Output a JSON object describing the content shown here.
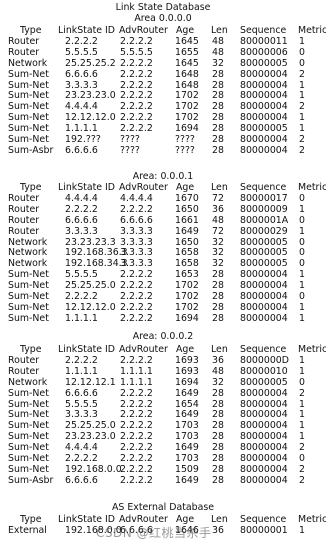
{
  "title": "Link State Database",
  "headers": [
    "Type",
    "LinkState ID",
    "AdvRouter",
    "Age",
    "Len",
    "Sequence",
    "Metric"
  ],
  "areas": [
    {
      "label": "Area 0.0.0.0",
      "rows": [
        [
          "Router",
          "2.2.2.2",
          "2.2.2.2",
          "1645",
          "48",
          "80000011",
          "1"
        ],
        [
          "Router",
          "5.5.5.5",
          "5.5.5.5",
          "1655",
          "48",
          "80000006",
          "0"
        ],
        [
          "Network",
          "25.25.25.2",
          "2.2.2.2",
          "1645",
          "32",
          "80000005",
          "0"
        ],
        [
          "Sum-Net",
          "6.6.6.6",
          "2.2.2.2",
          "1648",
          "28",
          "80000004",
          "2"
        ],
        [
          "Sum-Net",
          "3.3.3.3",
          "2.2.2.2",
          "1648",
          "28",
          "80000004",
          "1"
        ],
        [
          "Sum-Net",
          "23.23.23.0",
          "2.2.2.2",
          "1702",
          "28",
          "80000004",
          "1"
        ],
        [
          "Sum-Net",
          "4.4.4.4",
          "2.2.2.2",
          "1702",
          "28",
          "80000004",
          "2"
        ],
        [
          "Sum-Net",
          "12.12.12.0",
          "2.2.2.2",
          "1702",
          "28",
          "80000004",
          "1"
        ],
        [
          "Sum-Net",
          "1.1.1.1",
          "2.2.2.2",
          "1694",
          "28",
          "80000005",
          "1"
        ],
        [
          "Sum-Net",
          "192.???",
          "????",
          "????",
          "28",
          "80000004",
          "2"
        ],
        [
          "Sum-Asbr",
          "6.6.6.6",
          "????",
          "????",
          "28",
          "80000004",
          "2"
        ]
      ]
    },
    {
      "label": "Area: 0.0.0.1",
      "rows": [
        [
          "Router",
          "4.4.4.4",
          "4.4.4.4",
          "1670",
          "72",
          "80000017",
          "0"
        ],
        [
          "Router",
          "2.2.2.2",
          "2.2.2.2",
          "1650",
          "36",
          "80000009",
          "1"
        ],
        [
          "Router",
          "6.6.6.6",
          "6.6.6.6",
          "1661",
          "48",
          "8000001A",
          "0"
        ],
        [
          "Router",
          "3.3.3.3",
          "3.3.3.3",
          "1649",
          "72",
          "80000029",
          "1"
        ],
        [
          "Network",
          "23.23.23.3",
          "3.3.3.3",
          "1650",
          "32",
          "80000005",
          "0"
        ],
        [
          "Network",
          "192.168.36.3",
          "3.3.3.3",
          "1658",
          "32",
          "80000005",
          "0"
        ],
        [
          "Network",
          "192.168.34.3",
          "3.3.3.3",
          "1658",
          "32",
          "80000005",
          "0"
        ],
        [
          "Sum-Net",
          "5.5.5.5",
          "2.2.2.2",
          "1653",
          "28",
          "80000004",
          "1"
        ],
        [
          "Sum-Net",
          "25.25.25.0",
          "2.2.2.2",
          "1702",
          "28",
          "80000004",
          "1"
        ],
        [
          "Sum-Net",
          "2.2.2.2",
          "2.2.2.2",
          "1702",
          "28",
          "80000004",
          "0"
        ],
        [
          "Sum-Net",
          "12.12.12.0",
          "2.2.2.2",
          "1702",
          "28",
          "80000004",
          "1"
        ],
        [
          "Sum-Net",
          "1.1.1.1",
          "2.2.2.2",
          "1694",
          "28",
          "80000004",
          "1"
        ]
      ]
    },
    {
      "label": "Area: 0.0.0.2",
      "rows": [
        [
          "Router",
          "2.2.2.2",
          "2.2.2.2",
          "1693",
          "36",
          "8000000D",
          "1"
        ],
        [
          "Router",
          "1.1.1.1",
          "1.1.1.1",
          "1693",
          "48",
          "80000010",
          "1"
        ],
        [
          "Network",
          "12.12.12.1",
          "1.1.1.1",
          "1694",
          "32",
          "80000005",
          "0"
        ],
        [
          "Sum-Net",
          "6.6.6.6",
          "2.2.2.2",
          "1649",
          "28",
          "80000004",
          "2"
        ],
        [
          "Sum-Net",
          "5.5.5.5",
          "2.2.2.2",
          "1654",
          "28",
          "80000004",
          "1"
        ],
        [
          "Sum-Net",
          "3.3.3.3",
          "2.2.2.2",
          "1649",
          "28",
          "80000004",
          "1"
        ],
        [
          "Sum-Net",
          "25.25.25.0",
          "2.2.2.2",
          "1703",
          "28",
          "80000004",
          "1"
        ],
        [
          "Sum-Net",
          "23.23.23.0",
          "2.2.2.2",
          "1703",
          "28",
          "80000004",
          "1"
        ],
        [
          "Sum-Net",
          "4.4.4.4",
          "2.2.2.2",
          "1649",
          "28",
          "80000004",
          "2"
        ],
        [
          "Sum-Net",
          "2.2.2.2",
          "2.2.2.2",
          "1703",
          "28",
          "80000004",
          "0"
        ],
        [
          "Sum-Net",
          "192.168.0.0",
          "2.2.2.2",
          "1509",
          "28",
          "80000004",
          "2"
        ],
        [
          "Sum-Asbr",
          "6.6.6.6",
          "2.2.2.2",
          "1649",
          "28",
          "80000004",
          "2"
        ]
      ]
    }
  ],
  "external": {
    "label": "AS External Database",
    "headers": [
      "Type",
      "LinkState ID",
      "AdvRouter",
      "Age",
      "Len",
      "Sequence",
      "Metric"
    ],
    "rows": [
      [
        "External",
        "192.168.0.0",
        "6.6.6.6",
        "1646",
        "36",
        "80000001",
        "1"
      ]
    ]
  },
  "watermark": "CSDN @红桃当杀手"
}
